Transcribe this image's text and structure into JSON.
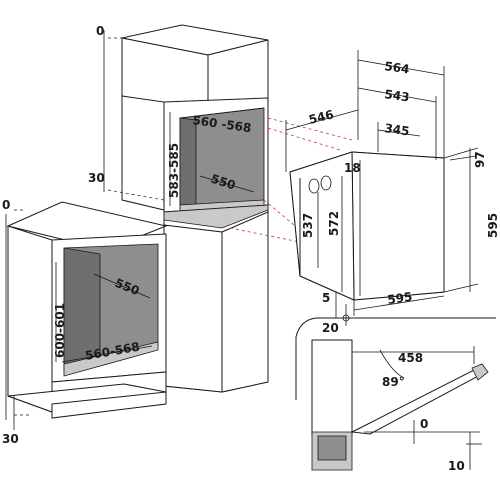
{
  "dimensions": {
    "top_zero": "0",
    "left_zero": "0",
    "left_thirty_upper": "30",
    "left_thirty_lower": "30",
    "w_564": "564",
    "w_543": "543",
    "w_546": "546",
    "w_345": "345",
    "cut_width_top": "560 -568",
    "cut_height_top": "583-585",
    "depth_top": "550",
    "h_18": "18",
    "h_97": "97",
    "h_537": "537",
    "h_572": "572",
    "h_595": "595",
    "w_595": "595",
    "d_5": "5",
    "d_20": "20",
    "depth_low": "550",
    "cut_height_low": "600-601",
    "cut_width_low": "560-568",
    "door_458": "458",
    "angle_89": "89°",
    "gap_0": "0",
    "drop_10": "10"
  }
}
